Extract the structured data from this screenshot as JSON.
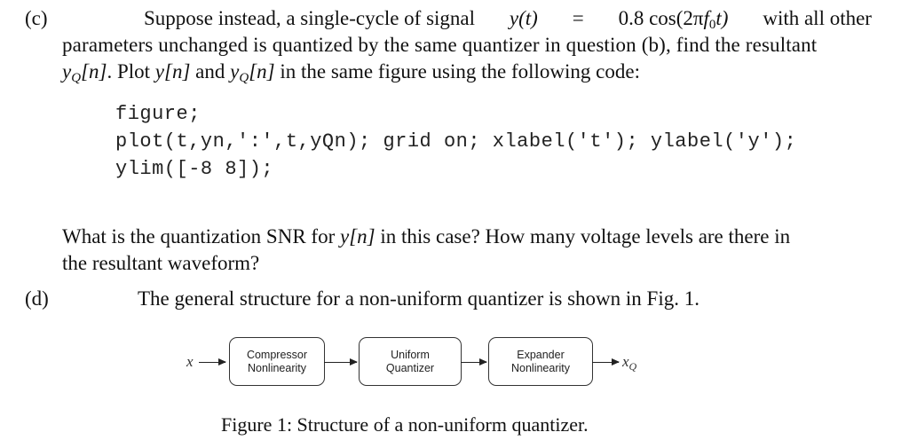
{
  "part_c": {
    "label": "(c)",
    "line1": {
      "pre": "Suppose instead, a single-cycle of signal",
      "y_t": "y(t)",
      "eq": "=",
      "expr_pre": "0.8 cos(2π",
      "f": "f",
      "f_sub": "0",
      "expr_post": "t)",
      "post": "with all other"
    },
    "line2": "parameters unchanged is quantized by the same quantizer in question (b), find the resultant",
    "line3": {
      "yq": "y",
      "yq_sub": "Q",
      "n1": "[n]",
      "t1": ". Plot ",
      "y": "y[n]",
      "t2": " and ",
      "yq2": "y",
      "yq2_sub": "Q",
      "n2": "[n]",
      "t3": " in the same figure using the following code:"
    },
    "code": [
      "figure;",
      "plot(t,yn,':',t,yQn); grid on; xlabel('t'); ylabel('y');",
      "ylim([-8 8]);"
    ],
    "question": {
      "pre": "What is the quantization SNR for ",
      "yn": "y[n]",
      "post": " in this case? How many voltage levels are there in",
      "line2": "the resultant waveform?"
    }
  },
  "part_d": {
    "label": "(d)",
    "text": "The general structure for a non-uniform quantizer is shown in Fig. 1."
  },
  "diagram": {
    "input": "x",
    "output": "x",
    "output_sub": "Q",
    "blocks": [
      {
        "line1": "Compressor",
        "line2": "Nonlinearity"
      },
      {
        "line1": "Uniform",
        "line2": "Quantizer"
      },
      {
        "line1": "Expander",
        "line2": "Nonlinearity"
      }
    ]
  },
  "caption": "Figure 1: Structure of a non-uniform quantizer."
}
